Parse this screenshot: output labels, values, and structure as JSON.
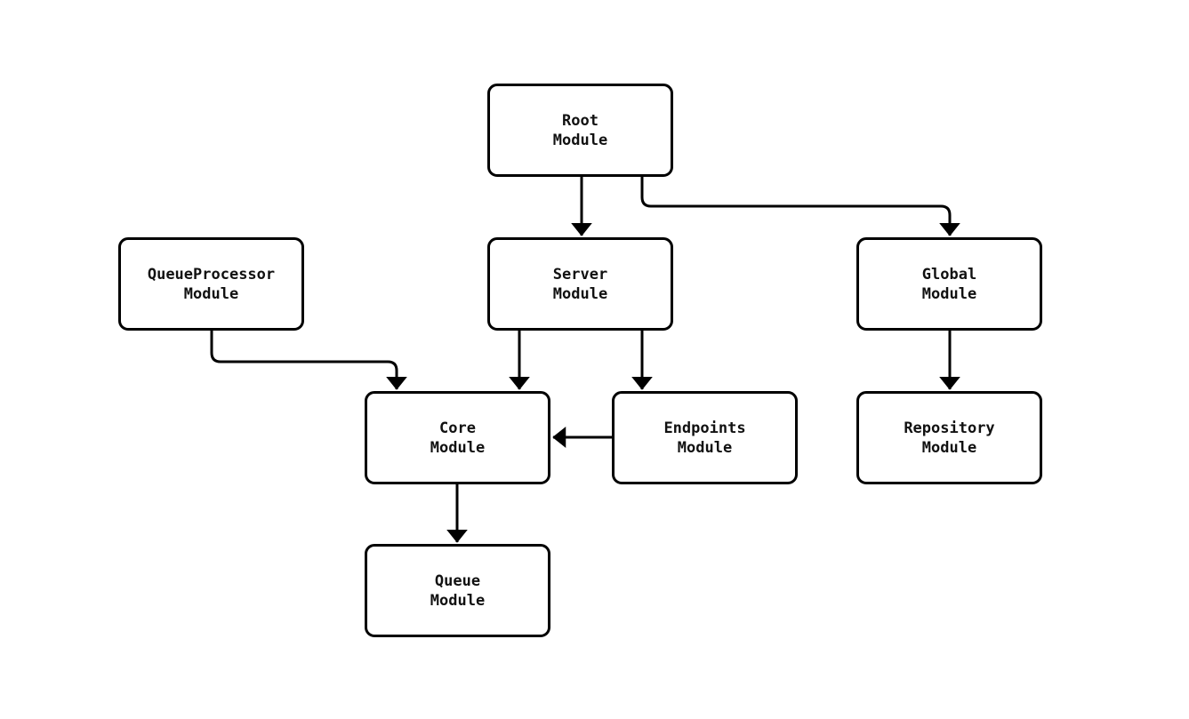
{
  "diagram": {
    "type": "flowchart",
    "colors": {
      "background": "#ffffff",
      "node_fill": "#ffffff",
      "node_border": "#000000",
      "edge": "#000000",
      "text": "#111111"
    },
    "nodes": {
      "root": {
        "label": "Root",
        "sublabel": "Module"
      },
      "server": {
        "label": "Server",
        "sublabel": "Module"
      },
      "queueprocessor": {
        "label": "QueueProcessor",
        "sublabel": "Module"
      },
      "global": {
        "label": "Global",
        "sublabel": "Module"
      },
      "core": {
        "label": "Core",
        "sublabel": "Module"
      },
      "endpoints": {
        "label": "Endpoints",
        "sublabel": "Module"
      },
      "repository": {
        "label": "Repository",
        "sublabel": "Module"
      },
      "queue": {
        "label": "Queue",
        "sublabel": "Module"
      }
    },
    "edges": [
      {
        "from": "root",
        "to": "server"
      },
      {
        "from": "root",
        "to": "global"
      },
      {
        "from": "queueprocessor",
        "to": "core"
      },
      {
        "from": "server",
        "to": "core"
      },
      {
        "from": "server",
        "to": "endpoints"
      },
      {
        "from": "endpoints",
        "to": "core"
      },
      {
        "from": "global",
        "to": "repository"
      },
      {
        "from": "core",
        "to": "queue"
      }
    ]
  }
}
